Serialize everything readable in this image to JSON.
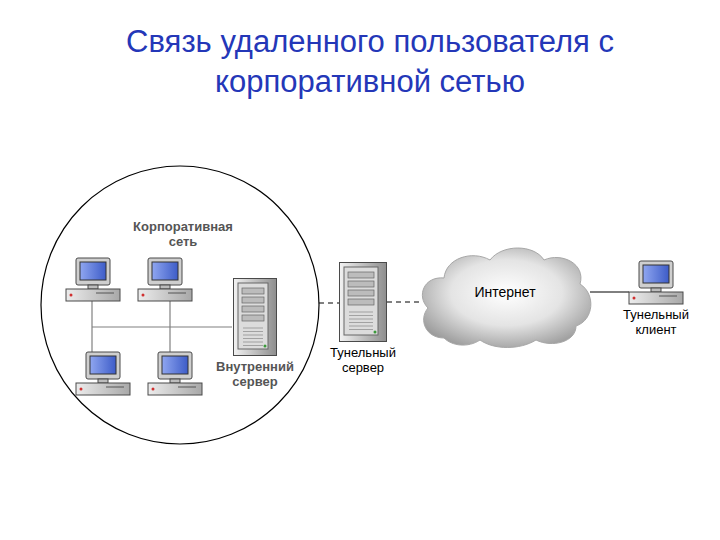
{
  "diagram": {
    "title": "Связь удаленного пользователя с корпоративной сетью",
    "nodes": [
      {
        "text": [
          "Корпоративная сеть"
        ]
      },
      {
        "text": [
          "Внутренний сервер"
        ],
        "in": 0
      },
      {
        "text": [
          "Тунельный сервер"
        ]
      },
      {
        "text": [
          "Интернет"
        ]
      },
      {
        "text": [
          "Тунельный клиент"
        ]
      }
    ],
    "edges": [
      {
        "from": 0,
        "to": 2,
        "arrow": "none"
      },
      {
        "from": 2,
        "to": 3,
        "arrow": "none"
      },
      {
        "from": 3,
        "to": 4,
        "arrow": "none"
      }
    ]
  }
}
